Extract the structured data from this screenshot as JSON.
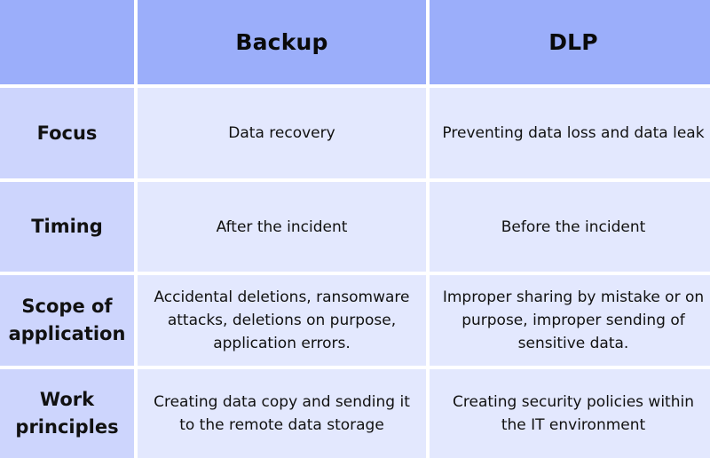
{
  "header": {
    "col1": "Backup",
    "col2": "DLP"
  },
  "rows": [
    {
      "label": "Focus",
      "backup": "Data recovery",
      "dlp": "Preventing data loss and data leak"
    },
    {
      "label": "Timing",
      "backup": "After the incident",
      "dlp": "Before the incident"
    },
    {
      "label": "Scope of application",
      "backup": "Accidental deletions, ransomware attacks, deletions on purpose, application errors.",
      "dlp": "Improper sharing by mistake or on purpose, improper sending of sensitive data."
    },
    {
      "label": "Work principles",
      "backup": "Creating data copy and sending it to the remote data storage",
      "dlp": "Creating security policies within the IT environment"
    }
  ],
  "colors": {
    "header_bg": "#9baefa",
    "label_bg": "#cdd5fd",
    "cell_bg": "#e3e8fe"
  }
}
